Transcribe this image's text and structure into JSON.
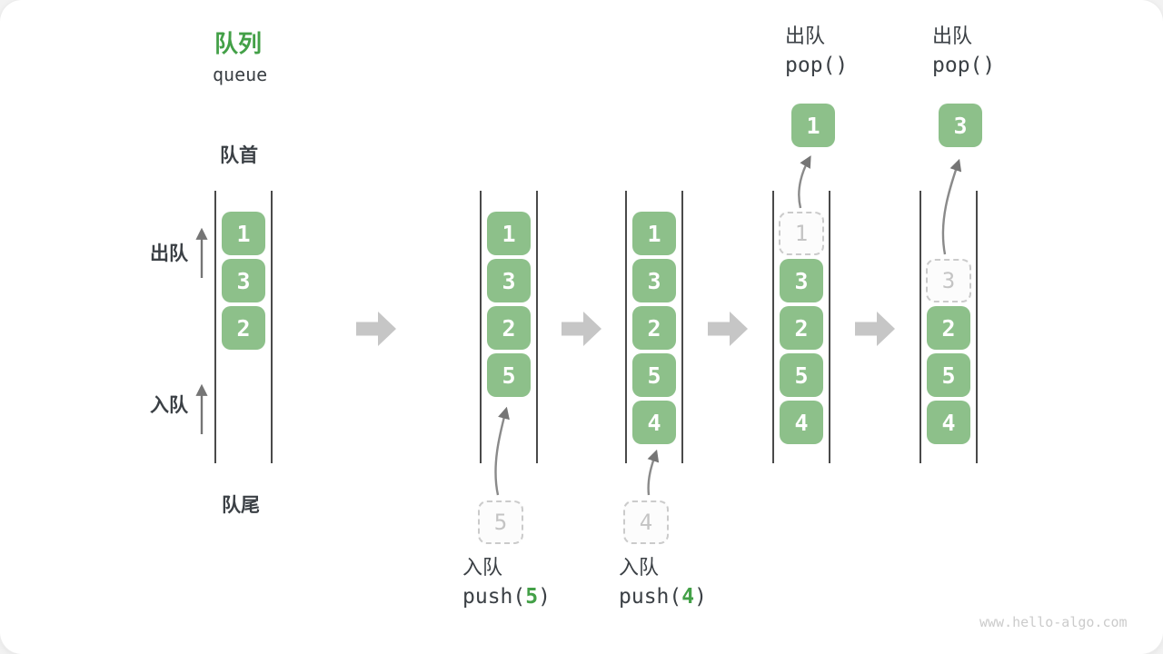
{
  "title": {
    "zh": "队列",
    "en": "queue"
  },
  "labels": {
    "front": "队首",
    "rear": "队尾",
    "dequeue": "出队",
    "enqueue": "入队"
  },
  "colors": {
    "box_green": "#8DC08A",
    "accent_green": "#43A047",
    "text_dark": "#3B4045",
    "wall_gray": "#4A4A4A",
    "thin_arrow_gray": "#7A7A7A",
    "block_arrow_gray": "#C6C6C6",
    "ghost_gray": "#C4C4C4",
    "watermark_gray": "#CBCBCB"
  },
  "states": [
    {
      "cells": [
        {
          "row": 1,
          "value": "1"
        },
        {
          "row": 2,
          "value": "3"
        },
        {
          "row": 3,
          "value": "2"
        }
      ]
    },
    {
      "cells": [
        {
          "row": 1,
          "value": "1"
        },
        {
          "row": 2,
          "value": "3"
        },
        {
          "row": 3,
          "value": "2"
        },
        {
          "row": 4,
          "value": "5"
        }
      ],
      "incoming": "5",
      "op": {
        "type": "enqueue",
        "name": "入队",
        "code_pre": "push(",
        "code_arg": "5",
        "code_post": ")"
      }
    },
    {
      "cells": [
        {
          "row": 1,
          "value": "1"
        },
        {
          "row": 2,
          "value": "3"
        },
        {
          "row": 3,
          "value": "2"
        },
        {
          "row": 4,
          "value": "5"
        },
        {
          "row": 5,
          "value": "4"
        }
      ],
      "incoming": "4",
      "op": {
        "type": "enqueue",
        "name": "入队",
        "code_pre": "push(",
        "code_arg": "4",
        "code_post": ")"
      }
    },
    {
      "cells": [
        {
          "row": 1,
          "value": "1",
          "ghost": true
        },
        {
          "row": 2,
          "value": "3"
        },
        {
          "row": 3,
          "value": "2"
        },
        {
          "row": 4,
          "value": "5"
        },
        {
          "row": 5,
          "value": "4"
        }
      ],
      "popped": "1",
      "op": {
        "type": "dequeue",
        "name": "出队",
        "code_pre": "pop(",
        "code_arg": "",
        "code_post": ")"
      }
    },
    {
      "cells": [
        {
          "row": 2,
          "value": "3",
          "ghost": true
        },
        {
          "row": 3,
          "value": "2"
        },
        {
          "row": 4,
          "value": "5"
        },
        {
          "row": 5,
          "value": "4"
        }
      ],
      "popped": "3",
      "op": {
        "type": "dequeue",
        "name": "出队",
        "code_pre": "pop(",
        "code_arg": "",
        "code_post": ")"
      }
    }
  ],
  "watermark": "www.hello-algo.com"
}
